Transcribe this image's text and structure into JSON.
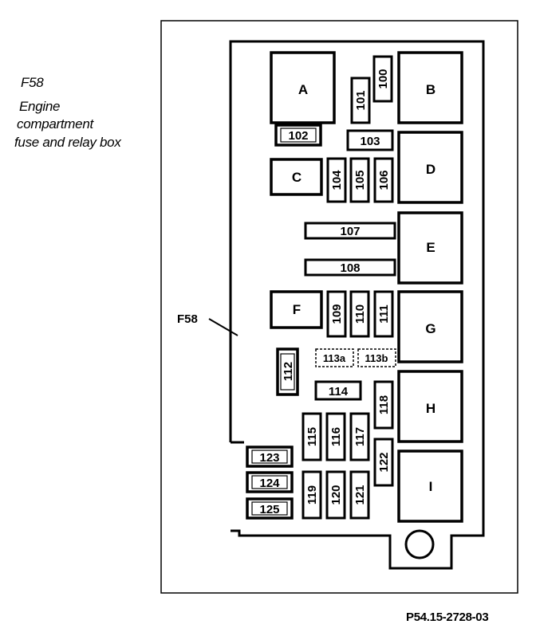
{
  "caption": {
    "code": "F58",
    "line1": "Engine",
    "line2": "compartment",
    "line3": "fuse and relay box"
  },
  "pointer_label": "F58",
  "figure_code": "P54.15-2728-03",
  "relays": {
    "A": "A",
    "B": "B",
    "C": "C",
    "D": "D",
    "E": "E",
    "F": "F",
    "G": "G",
    "H": "H",
    "I": "I"
  },
  "fuses": {
    "f100": "100",
    "f101": "101",
    "f102": "102",
    "f103": "103",
    "f104": "104",
    "f105": "105",
    "f106": "106",
    "f107": "107",
    "f108": "108",
    "f109": "109",
    "f110": "110",
    "f111": "111",
    "f112": "112",
    "f113a": "113a",
    "f113b": "113b",
    "f114": "114",
    "f115": "115",
    "f116": "116",
    "f117": "117",
    "f118": "118",
    "f119": "119",
    "f120": "120",
    "f121": "121",
    "f122": "122",
    "f123": "123",
    "f124": "124",
    "f125": "125"
  }
}
